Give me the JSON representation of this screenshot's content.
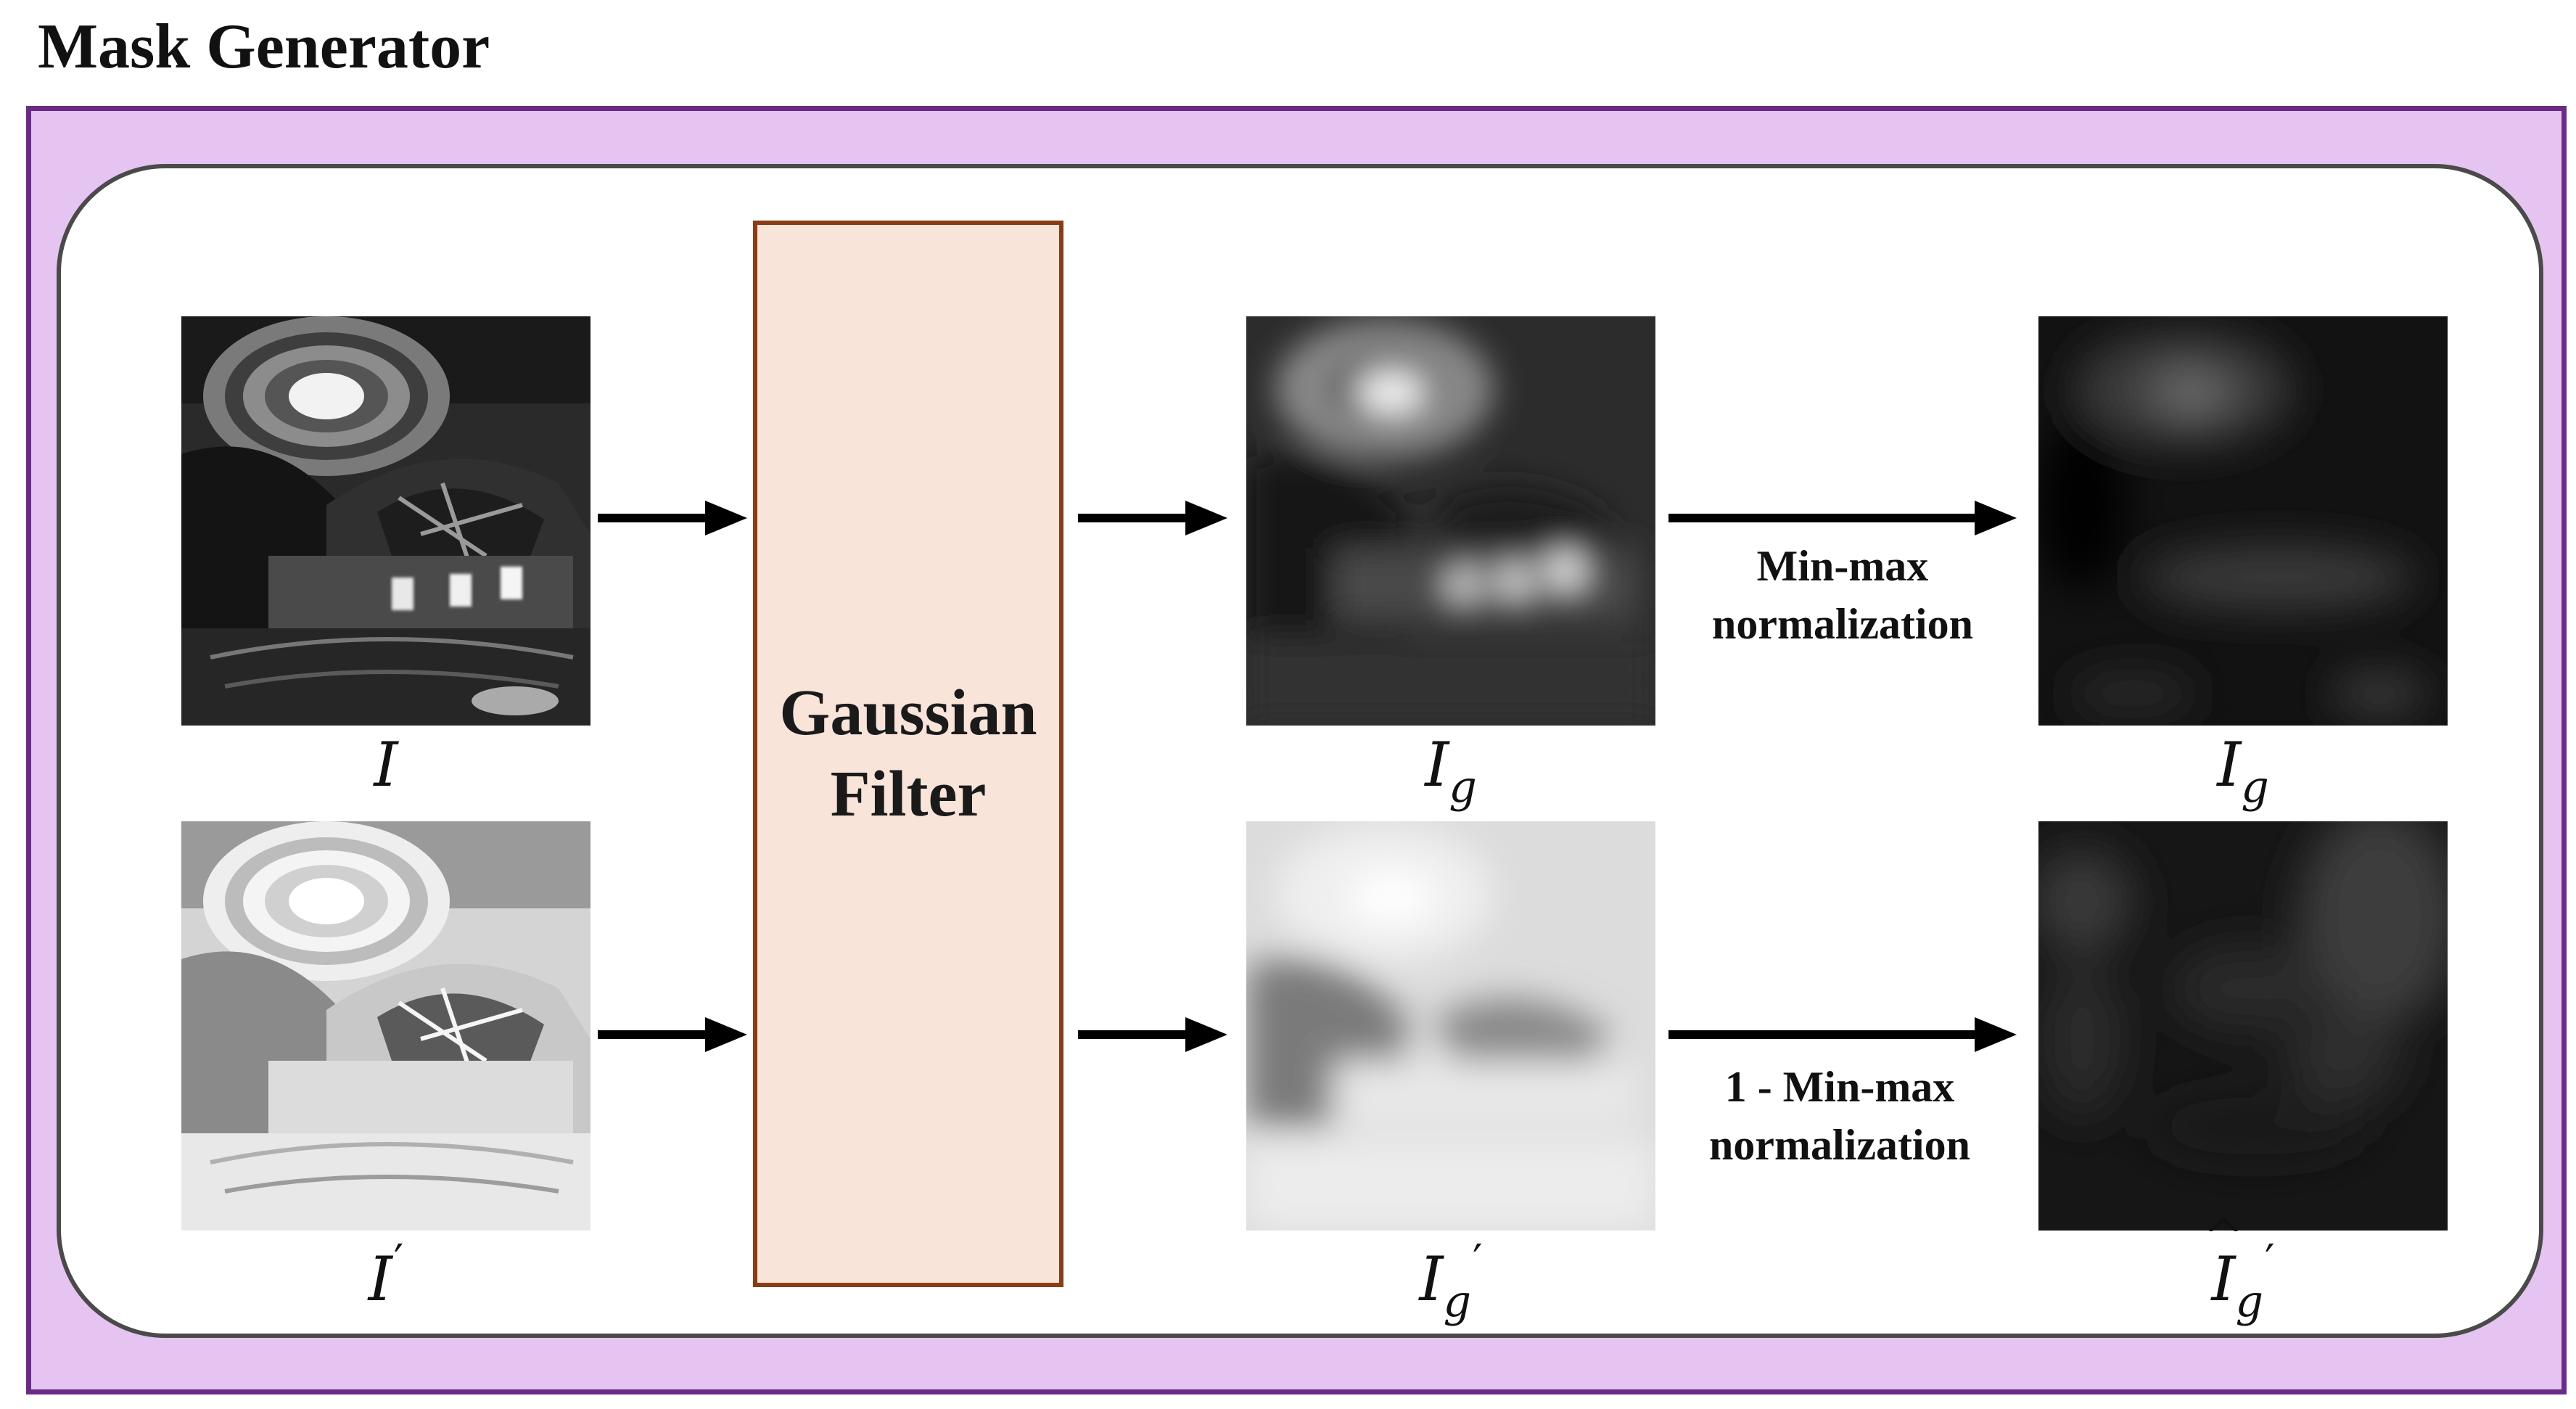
{
  "title": "Mask Generator",
  "filter": {
    "line1": "Gaussian",
    "line2": "Filter"
  },
  "labels": {
    "input": "I",
    "input_prime": "I",
    "blur": "I",
    "blur_prime": "I",
    "norm": "I",
    "norm_prime": "I",
    "sub_g": "g",
    "prime_mark": "′"
  },
  "operations": {
    "top_line1": "Min-max",
    "top_line2": "normalization",
    "bottom_line1": "1 - Min-max",
    "bottom_line2": "normalization"
  },
  "colors": {
    "outer_fill": "#e6c4f1",
    "outer_border": "#6a2b86",
    "filter_fill": "#f9e4da",
    "filter_border": "#8a3c16"
  }
}
